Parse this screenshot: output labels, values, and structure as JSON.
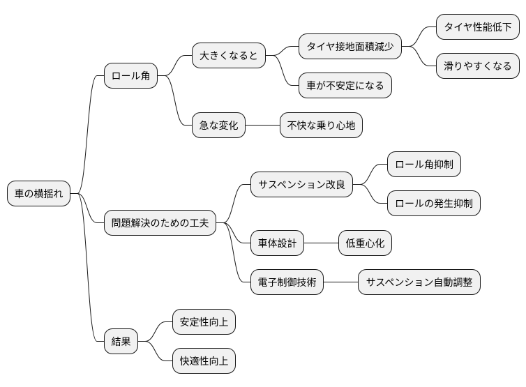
{
  "diagram": {
    "type": "mindmap",
    "colors": {
      "node_fill": "#f1f1f1",
      "node_border": "#181818",
      "edge": "#181818",
      "background": "#ffffff"
    },
    "root": {
      "id": "root",
      "label": "車の横揺れ"
    },
    "nodes": [
      {
        "id": "n1",
        "parent": "root",
        "label": "ロール角"
      },
      {
        "id": "n1a",
        "parent": "n1",
        "label": "大きくなると"
      },
      {
        "id": "n1a1",
        "parent": "n1a",
        "label": "タイヤ接地面積減少"
      },
      {
        "id": "n1a1a",
        "parent": "n1a1",
        "label": "タイヤ性能低下"
      },
      {
        "id": "n1a1b",
        "parent": "n1a1",
        "label": "滑りやすくなる"
      },
      {
        "id": "n1a2",
        "parent": "n1a",
        "label": "車が不安定になる"
      },
      {
        "id": "n1b",
        "parent": "n1",
        "label": "急な変化"
      },
      {
        "id": "n1b1",
        "parent": "n1b",
        "label": "不快な乗り心地"
      },
      {
        "id": "n2",
        "parent": "root",
        "label": "問題解決のための工夫"
      },
      {
        "id": "n2a",
        "parent": "n2",
        "label": "サスペンション改良"
      },
      {
        "id": "n2a1",
        "parent": "n2a",
        "label": "ロール角抑制"
      },
      {
        "id": "n2a2",
        "parent": "n2a",
        "label": "ロールの発生抑制"
      },
      {
        "id": "n2b",
        "parent": "n2",
        "label": "車体設計"
      },
      {
        "id": "n2b1",
        "parent": "n2b",
        "label": "低重心化"
      },
      {
        "id": "n2c",
        "parent": "n2",
        "label": "電子制御技術"
      },
      {
        "id": "n2c1",
        "parent": "n2c",
        "label": "サスペンション自動調整"
      },
      {
        "id": "n3",
        "parent": "root",
        "label": "結果"
      },
      {
        "id": "n3a",
        "parent": "n3",
        "label": "安定性向上"
      },
      {
        "id": "n3b",
        "parent": "n3",
        "label": "快適性向上"
      }
    ]
  }
}
